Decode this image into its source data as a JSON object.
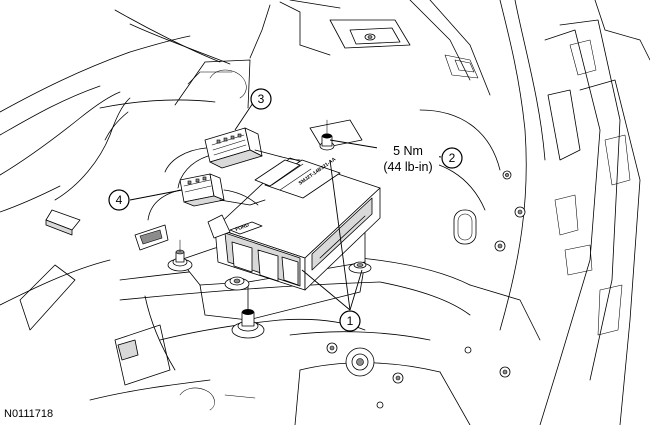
{
  "figure": {
    "id": "N0111718"
  },
  "callouts": [
    {
      "number": "1"
    },
    {
      "number": "2"
    },
    {
      "number": "3"
    },
    {
      "number": "4"
    }
  ],
  "torque_spec": {
    "metric": "5 Nm",
    "imperial": "(44 lb-in)"
  },
  "module_label": {
    "top": "SMJ2T-14B321-AA",
    "side": "FORD"
  }
}
